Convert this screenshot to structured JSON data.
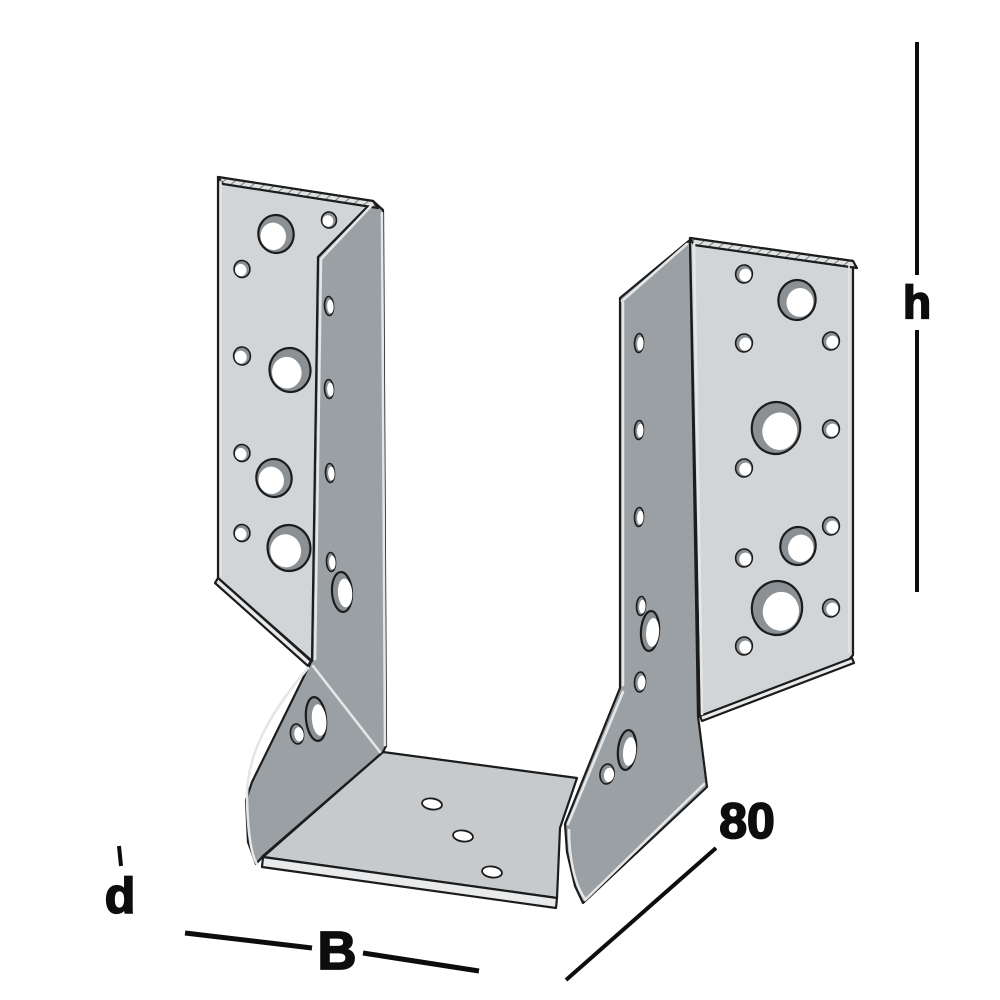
{
  "dimension_labels": {
    "height": "h",
    "depth": "80",
    "width": "B",
    "flange": "d"
  },
  "illustration_colors": {
    "face_light": "#d2d5d7",
    "face_dark": "#9aa0a4",
    "floor": "#c7cacc",
    "edge_strip": "#e9eaeb",
    "top_strip": "#dfe2e3",
    "outline": "#1c1c1c",
    "hole_rim": "#8a9094"
  }
}
